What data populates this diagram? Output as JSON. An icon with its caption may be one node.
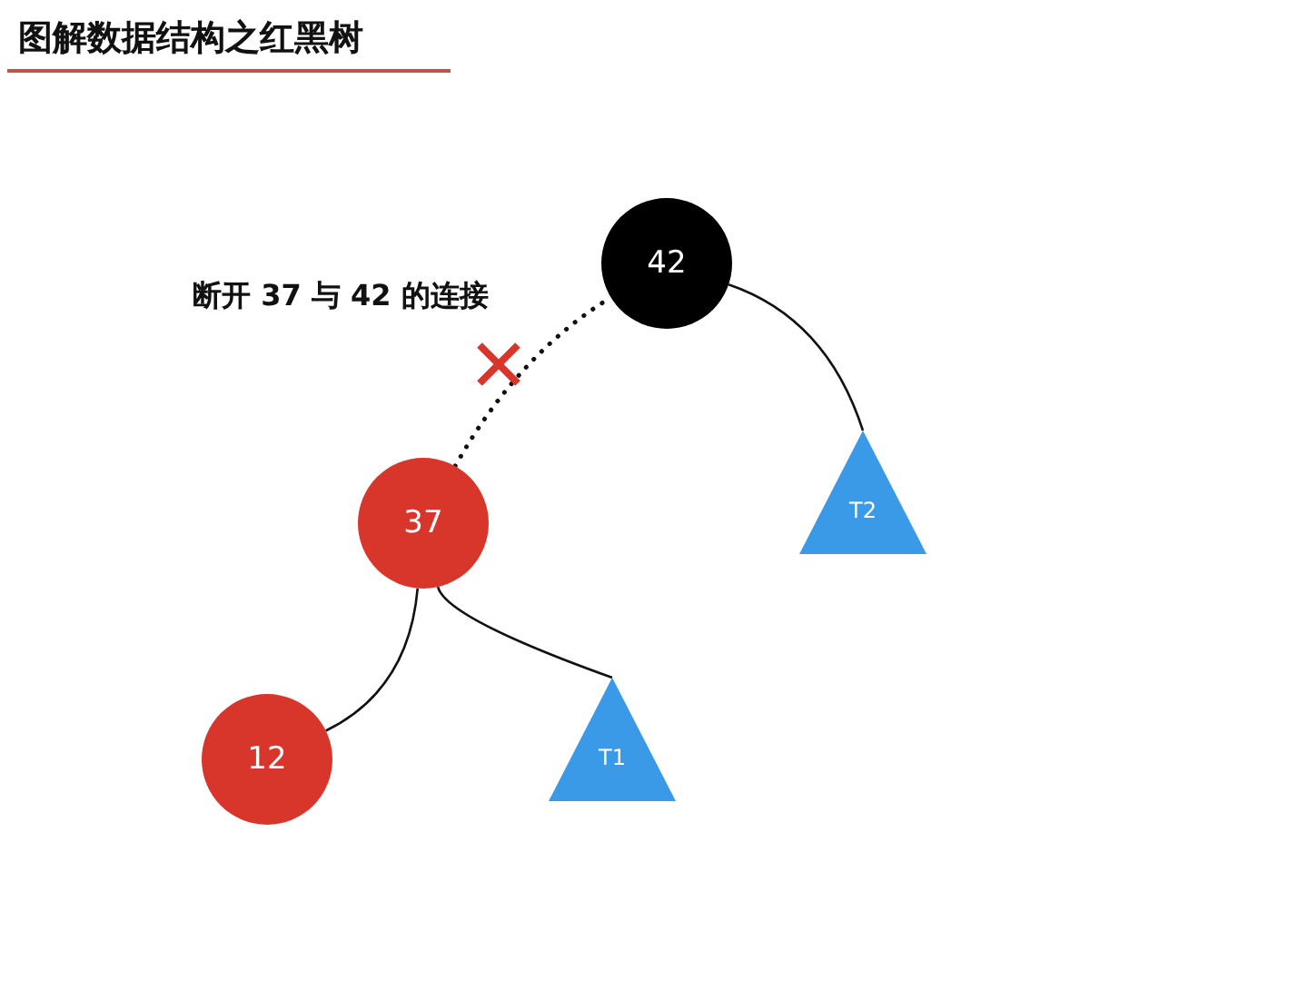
{
  "diagram": {
    "title": "图解数据结构之红黑树",
    "nodes": [
      {
        "text": [
          "42"
        ]
      },
      {
        "text": [
          "37"
        ]
      },
      {
        "text": [
          "12"
        ]
      },
      {
        "text": [
          "T2"
        ]
      },
      {
        "text": [
          "T1"
        ]
      }
    ],
    "edges": [
      {
        "from": 0,
        "to": 3,
        "arrow": "none"
      },
      {
        "from": 1,
        "to": 0,
        "arrow": "none",
        "style": "dashed"
      },
      {
        "from": 1,
        "to": 2,
        "arrow": "none"
      },
      {
        "from": 1,
        "to": 4,
        "arrow": "none"
      }
    ],
    "labels": [
      "断开 37 与 42 的连接"
    ]
  }
}
